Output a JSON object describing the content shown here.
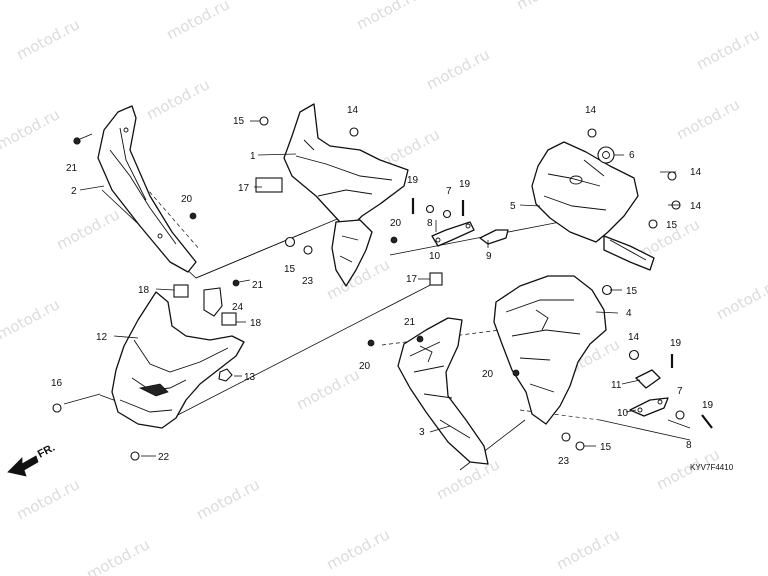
{
  "watermark": "motod.ru",
  "diagram_code": "KYV7F4410",
  "front_arrow_label": "FR.",
  "callouts": [
    {
      "id": "c1",
      "text": "1"
    },
    {
      "id": "c2",
      "text": "2"
    },
    {
      "id": "c3",
      "text": "3"
    },
    {
      "id": "c4",
      "text": "4"
    },
    {
      "id": "c5",
      "text": "5"
    },
    {
      "id": "c6",
      "text": "6"
    },
    {
      "id": "c7a",
      "text": "7"
    },
    {
      "id": "c7b",
      "text": "7"
    },
    {
      "id": "c8a",
      "text": "8"
    },
    {
      "id": "c8b",
      "text": "8"
    },
    {
      "id": "c9",
      "text": "9"
    },
    {
      "id": "c10a",
      "text": "10"
    },
    {
      "id": "c10b",
      "text": "10"
    },
    {
      "id": "c11",
      "text": "11"
    },
    {
      "id": "c12",
      "text": "12"
    },
    {
      "id": "c13",
      "text": "13"
    },
    {
      "id": "c14a",
      "text": "14"
    },
    {
      "id": "c14b",
      "text": "14"
    },
    {
      "id": "c14c",
      "text": "14"
    },
    {
      "id": "c14d",
      "text": "14"
    },
    {
      "id": "c14e",
      "text": "14"
    },
    {
      "id": "c15a",
      "text": "15"
    },
    {
      "id": "c15b",
      "text": "15"
    },
    {
      "id": "c15c",
      "text": "15"
    },
    {
      "id": "c15d",
      "text": "15"
    },
    {
      "id": "c15e",
      "text": "15"
    },
    {
      "id": "c16",
      "text": "16"
    },
    {
      "id": "c17a",
      "text": "17"
    },
    {
      "id": "c17b",
      "text": "17"
    },
    {
      "id": "c18a",
      "text": "18"
    },
    {
      "id": "c18b",
      "text": "18"
    },
    {
      "id": "c19a",
      "text": "19"
    },
    {
      "id": "c19b",
      "text": "19"
    },
    {
      "id": "c19c",
      "text": "19"
    },
    {
      "id": "c19d",
      "text": "19"
    },
    {
      "id": "c20a",
      "text": "20"
    },
    {
      "id": "c20b",
      "text": "20"
    },
    {
      "id": "c20c",
      "text": "20"
    },
    {
      "id": "c20d",
      "text": "20"
    },
    {
      "id": "c21a",
      "text": "21"
    },
    {
      "id": "c21b",
      "text": "21"
    },
    {
      "id": "c21c",
      "text": "21"
    },
    {
      "id": "c22",
      "text": "22"
    },
    {
      "id": "c23a",
      "text": "23"
    },
    {
      "id": "c23b",
      "text": "23"
    },
    {
      "id": "c24",
      "text": "24"
    }
  ]
}
